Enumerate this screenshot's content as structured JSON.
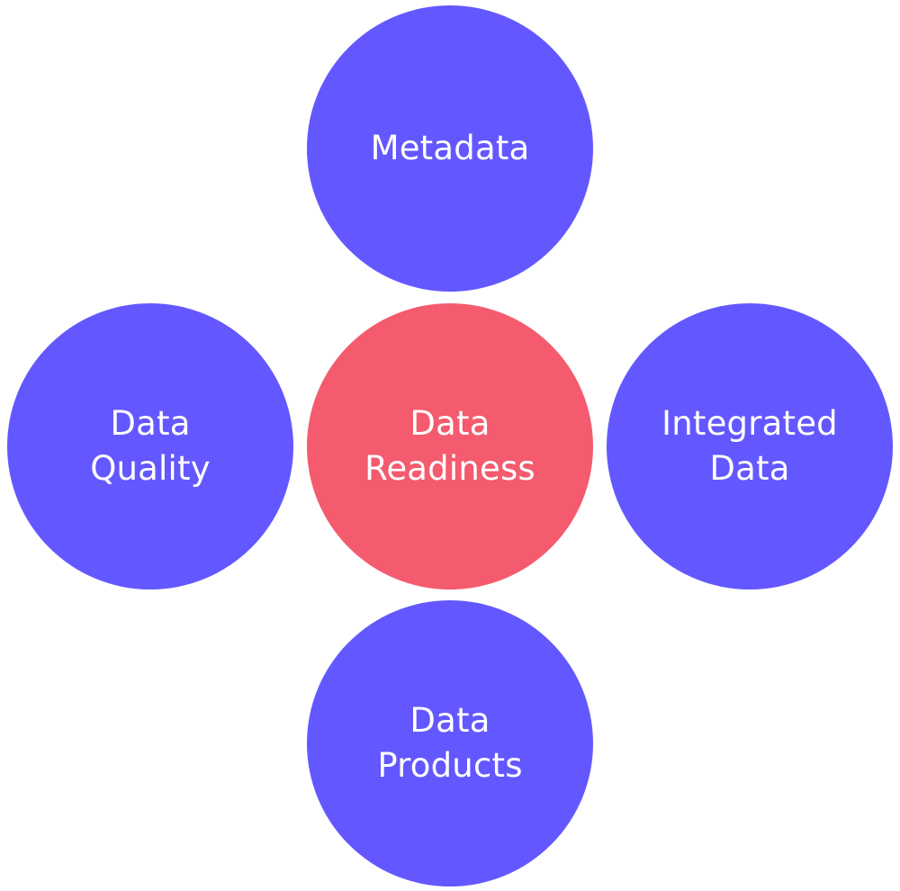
{
  "colors": {
    "outer_node": "#6358FF",
    "center_node": "#F45B6E",
    "text": "#FFFFFF",
    "background": "#FFFFFF"
  },
  "nodes": {
    "top": {
      "lines": [
        "Metadata"
      ]
    },
    "left": {
      "lines": [
        "Data",
        "Quality"
      ]
    },
    "center": {
      "lines": [
        "Data",
        "Readiness"
      ]
    },
    "right": {
      "lines": [
        "Integrated",
        "Data"
      ]
    },
    "bottom": {
      "lines": [
        "Data",
        "Products"
      ]
    }
  }
}
